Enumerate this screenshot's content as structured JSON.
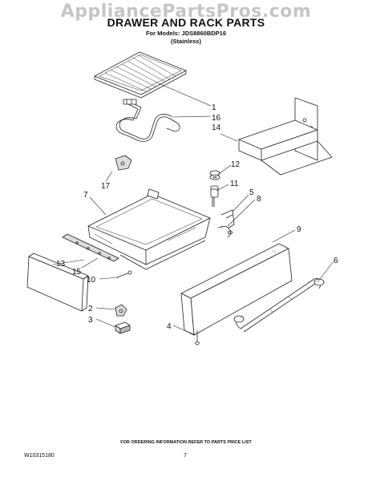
{
  "watermark": "AppliancePartsPros.com",
  "header": {
    "title": "DRAWER AND RACK PARTS",
    "models_line": "For Models: JDS8860BDP16",
    "finish_line": "(Stainless)"
  },
  "callouts": {
    "c1": "1",
    "c16": "16",
    "c14": "14",
    "c17": "17",
    "c12": "12",
    "c11": "11",
    "c7": "7",
    "c5": "5",
    "c8": "8",
    "c9": "9",
    "c13": "13",
    "c15": "15",
    "c6": "6",
    "c10": "10",
    "c2": "2",
    "c3": "3",
    "c4": "4"
  },
  "footer": {
    "note": "FOR ORDERING INFORMATION REFER TO PARTS PRICE LIST",
    "doc_number": "W10315180",
    "page_number": "7"
  }
}
